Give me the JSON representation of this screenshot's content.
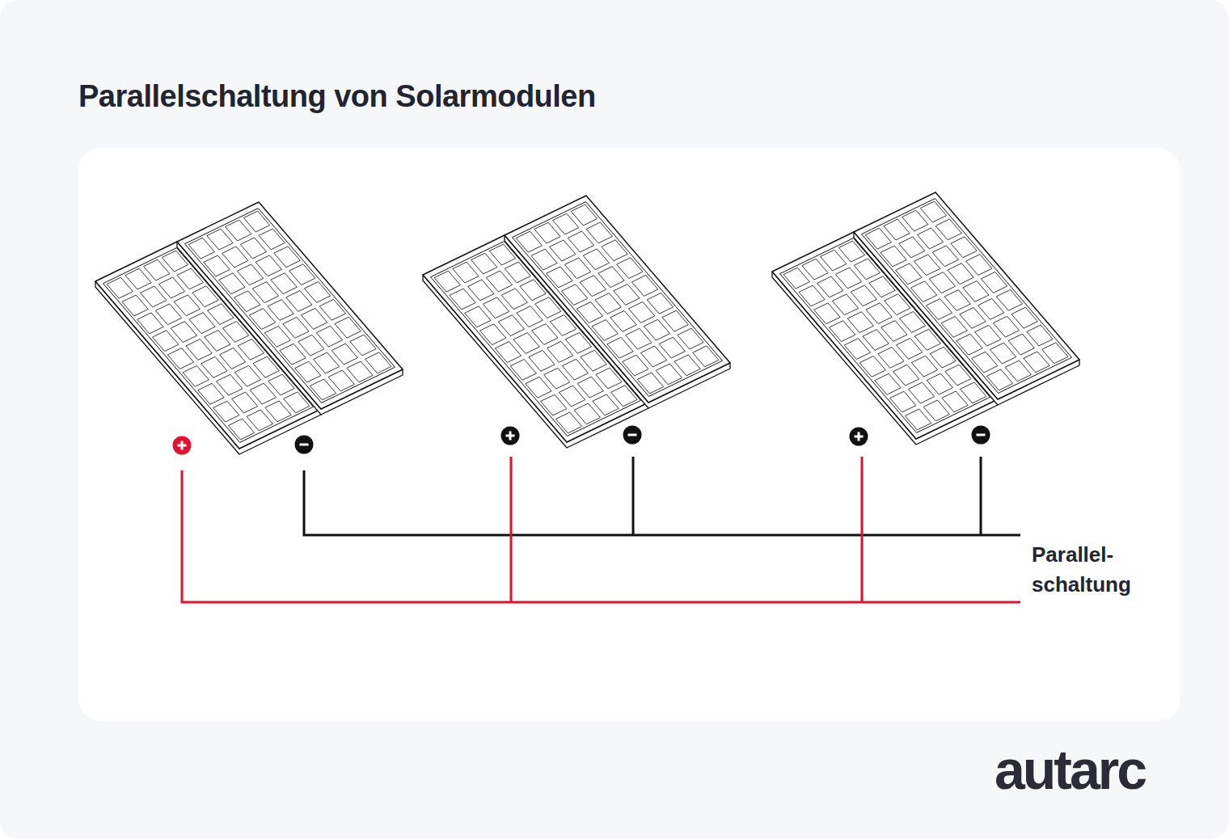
{
  "diagram": {
    "title": "Parallelschaltung von Solarmodulen",
    "labels": [
      "Parallel- schaltung",
      "autarc"
    ]
  }
}
